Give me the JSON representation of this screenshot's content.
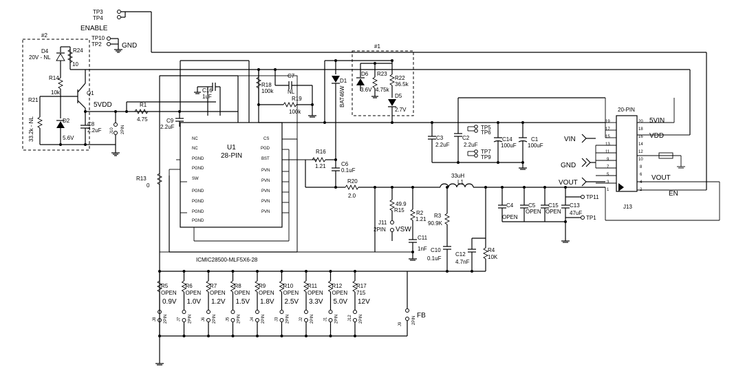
{
  "labels": {
    "tp3": "TP3",
    "tp4": "TP4",
    "enable": "ENABLE",
    "tp10": "TP10",
    "tp2": "TP2",
    "gnd_tp": "GND",
    "box2": "#2",
    "box1": "#1",
    "d4": "D4",
    "d4v": "20V - NL",
    "r24": "R24",
    "r24v": "10",
    "r14": "R14",
    "r14v": "10k",
    "q1": "Q1",
    "vdd5": "5VDD",
    "r21": "R21",
    "r21v": "33.2k - NL",
    "d2": "D2",
    "d2v": "5.6V",
    "c8": "C8",
    "c8v": "2.2uF",
    "j10": "J10",
    "j10v": "2PIN",
    "r1": "R1",
    "r1v": "4.75",
    "c9": "C9",
    "c9v": "2.2uF",
    "c16": "C16",
    "c16v": "1uF",
    "r18": "R18",
    "r18v": "100k",
    "c7": "C7",
    "c7v": "NL",
    "r19": "R19",
    "r19v": "100k",
    "d1": "D1",
    "d1v": "BAT46W",
    "d6": "D6",
    "d6v": "3.6V",
    "r23": "R23",
    "r23v": "4.75k",
    "r22": "R22",
    "r22v": "36.5k",
    "d5": "D5",
    "d5v": "2.7V",
    "u1": "U1",
    "u1v": "28-PIN",
    "pin_nc1": "NC",
    "pin_nc2": "NC",
    "pin_pgnd1": "PGND",
    "pin_pgnd2": "PGND",
    "pin_sw": "SW",
    "pin_pgnd3": "PGND",
    "pin_pgnd4": "PGND",
    "pin_pgnd5": "PGND",
    "pin_pgnd6": "PGND",
    "pin_cs": "CS",
    "pin_pgd": "PGD",
    "pin_bst": "BST",
    "pin_pvn1": "PVN",
    "pin_pvn2": "PVN",
    "pin_pvn3": "PVN",
    "pin_pvn4": "PVN",
    "pin_pvn5": "PVN",
    "r16": "R16",
    "r16v": "1.21",
    "c6": "C6",
    "c6v": "0.1uF",
    "r20": "R20",
    "r20v": "2.0",
    "r13": "R13",
    "r13v": "0",
    "r15": "R15",
    "r15v": "49.9",
    "j11": "J11",
    "j11v": "2PIN",
    "vsw": "VSW",
    "r2": "R2",
    "r2v": "1.21",
    "c11": "C11",
    "c11v": "1nF",
    "r3": "R3",
    "r3v": "90.9K",
    "c10": "C10",
    "c10v": "0.1uF",
    "l1": "L1",
    "l1v": "33uH",
    "c12": "C12",
    "c12v": "4.7nF",
    "r4": "R4",
    "r4v": "10K",
    "c4": "C4",
    "c4v": "OPEN",
    "c5": "C5",
    "c5v": "OPEN",
    "c15": "C15",
    "c15v": "OPEN",
    "c13": "C13",
    "c13v": "47uF",
    "tp11": "TP11",
    "tp1": "TP1",
    "c3": "C3",
    "c3v": "2.2uF",
    "c2": "C2",
    "c2v": "2.2uF",
    "tp5": "TP5",
    "tp6": "TP6",
    "tp7": "TP7",
    "tp9": "TP9",
    "c14": "C14",
    "c14v": "100uF",
    "c1": "C1",
    "c1v": "100uF",
    "pin20": "20-PIN",
    "j13": "J13",
    "s5vin": "5VIN",
    "svdd": "VDD",
    "svout": "VOUT",
    "sen": "EN",
    "vin": "VIN",
    "gnd": "GND",
    "vout": "VOUT",
    "part": "ICMIC28500-MLF5X6-28",
    "fb": "FB",
    "j9": "J9",
    "j9v": "2PIN"
  },
  "resistor_bank": [
    {
      "ref": "R5",
      "value": "OPEN",
      "volt": "0.9V",
      "jumper": "J8",
      "pins": "2PIN"
    },
    {
      "ref": "R6",
      "value": "OPEN",
      "volt": "1.0V",
      "jumper": "J7",
      "pins": "2PIN"
    },
    {
      "ref": "R7",
      "value": "OPEN",
      "volt": "1.2V",
      "jumper": "J6",
      "pins": "2PIN"
    },
    {
      "ref": "R8",
      "value": "OPEN",
      "volt": "1.5V",
      "jumper": "J5",
      "pins": "2PIN"
    },
    {
      "ref": "R9",
      "value": "OPEN",
      "volt": "1.8V",
      "jumper": "J4",
      "pins": "2PIN"
    },
    {
      "ref": "R10",
      "value": "OPEN",
      "volt": "2.5V",
      "jumper": "J3",
      "pins": "2PIN"
    },
    {
      "ref": "R11",
      "value": "OPEN",
      "volt": "3.3V",
      "jumper": "J2",
      "pins": "2PIN"
    },
    {
      "ref": "R12",
      "value": "OPEN",
      "volt": "5.0V",
      "jumper": "J1",
      "pins": "2PIN"
    },
    {
      "ref": "R17",
      "value": "715",
      "volt": "12V",
      "jumper": "J12",
      "pins": "2PIN"
    }
  ]
}
